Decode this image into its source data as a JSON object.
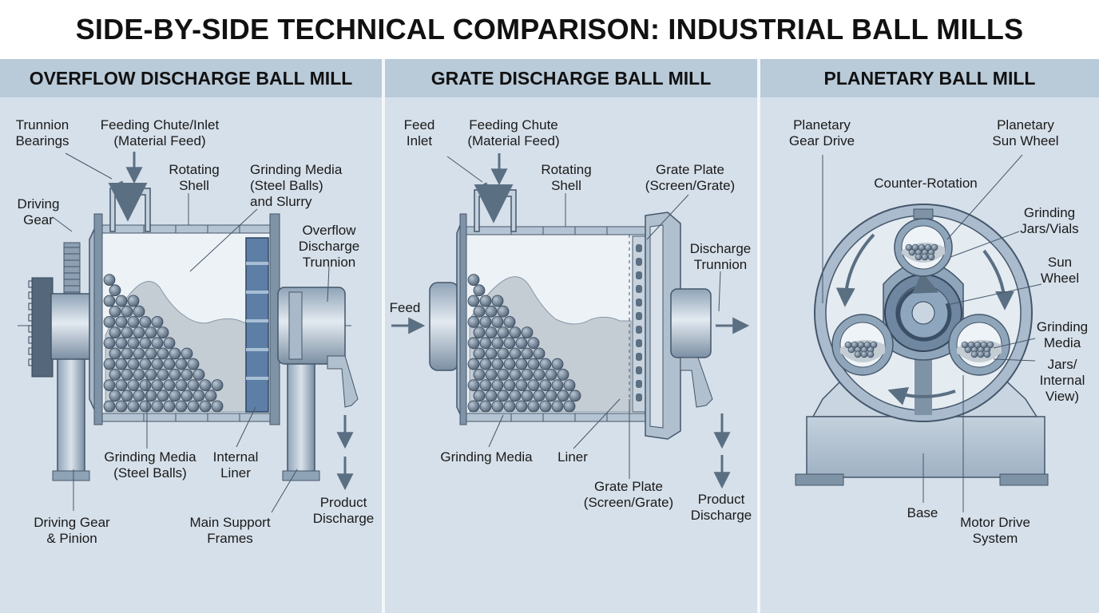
{
  "title": "SIDE-BY-SIDE TECHNICAL COMPARISON: INDUSTRIAL BALL MILLS",
  "colors": {
    "panel_bg": "#d6e0ea",
    "header_bar": "#b9cad9",
    "steel_light": "#c5d2de",
    "steel_mid": "#9fb3c6",
    "steel_dark": "#5b6f83",
    "outline": "#44566a",
    "liner_blue": "#5d7fa6",
    "balls": "#6f8294"
  },
  "panels": [
    {
      "title": "OVERFLOW DISCHARGE BALL MILL",
      "labels": {
        "trunnion_bearings": [
          "Trunnion",
          "Bearings"
        ],
        "feeding_chute": [
          "Feeding Chute/Inlet",
          "(Material Feed)"
        ],
        "rotating_shell": [
          "Rotating",
          "Shell"
        ],
        "grinding_media_top": [
          "Grinding Media",
          "(Steel Balls)",
          "and Slurry"
        ],
        "driving_gear": [
          "Driving",
          "Gear"
        ],
        "overflow_trunnion": [
          "Overflow",
          "Discharge",
          "Trunnion"
        ],
        "grinding_media_bottom": [
          "Grinding Media",
          "(Steel Balls)"
        ],
        "internal_liner": [
          "Internal",
          "Liner"
        ],
        "product_discharge": [
          "Product",
          "Discharge"
        ],
        "driving_gear_pinion": [
          "Driving Gear",
          "& Pinion"
        ],
        "main_support_frames": [
          "Main Support",
          "Frames"
        ]
      }
    },
    {
      "title": "GRATE DISCHARGE BALL MILL",
      "labels": {
        "feed_inlet": [
          "Feed",
          "Inlet"
        ],
        "feeding_chute": [
          "Feeding Chute",
          "(Material Feed)"
        ],
        "rotating_shell": [
          "Rotating",
          "Shell"
        ],
        "grate_plate_top": [
          "Grate Plate",
          "(Screen/Grate)"
        ],
        "discharge_trunnion": [
          "Discharge",
          "Trunnion"
        ],
        "feed": [
          "Feed"
        ],
        "grinding_media": [
          "Grinding Media"
        ],
        "liner": [
          "Liner"
        ],
        "grate_plate_bottom": [
          "Grate Plate",
          "(Screen/Grate)"
        ],
        "product_discharge": [
          "Product",
          "Discharge"
        ]
      }
    },
    {
      "title": "PLANETARY BALL MILL",
      "labels": {
        "planetary_gear_drive": [
          "Planetary",
          "Gear Drive"
        ],
        "planetary_sun_wheel": [
          "Planetary",
          "Sun Wheel"
        ],
        "counter_rotation": [
          "Counter-Rotation"
        ],
        "grinding_jars_vials": [
          "Grinding",
          "Jars/Vials"
        ],
        "sun_wheel": [
          "Sun",
          "Wheel"
        ],
        "grinding_media": [
          "Grinding",
          "Media"
        ],
        "jars_internal_view": [
          "Jars/",
          "Internal",
          "View)"
        ],
        "base": [
          "Base"
        ],
        "motor_drive_system": [
          "Motor Drive",
          "System"
        ]
      }
    }
  ]
}
